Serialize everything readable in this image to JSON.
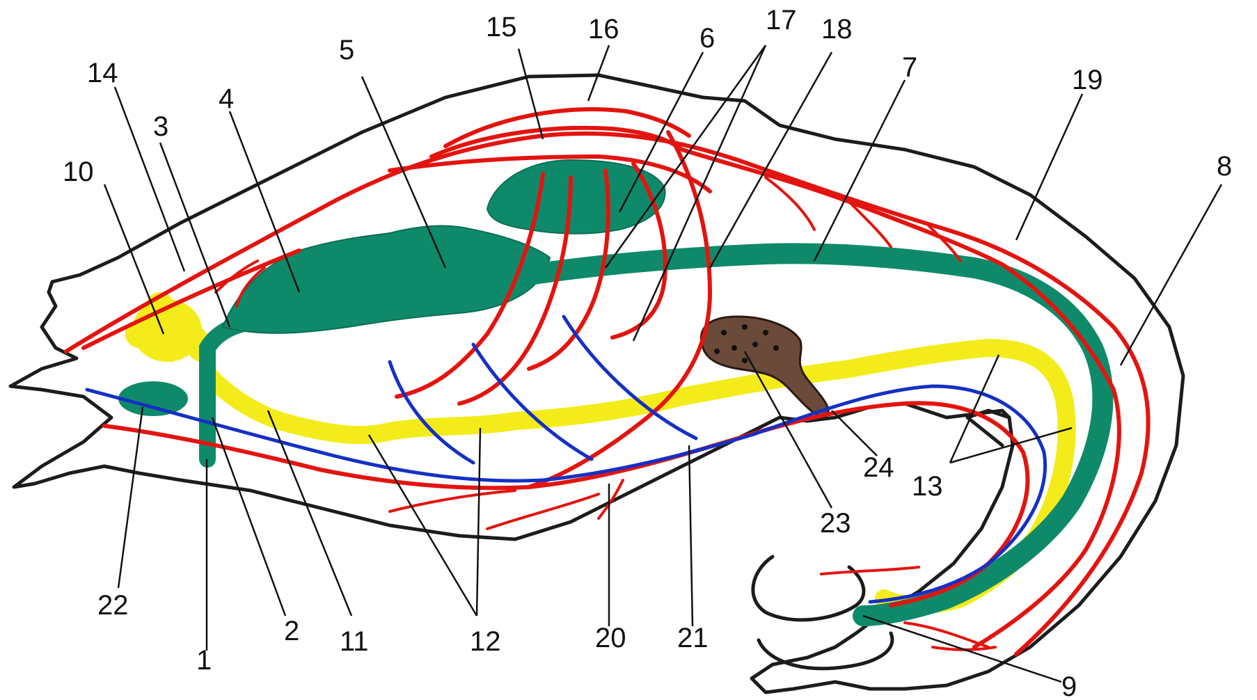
{
  "labels": [
    "1",
    "2",
    "3",
    "4",
    "5",
    "6",
    "7",
    "8",
    "9",
    "10",
    "11",
    "12",
    "13",
    "14",
    "15",
    "16",
    "17",
    "18",
    "19",
    "20",
    "21",
    "22",
    "23",
    "24"
  ],
  "colors": {
    "outline": "#1c1c1c",
    "arteries": "#e3140f",
    "veins": "#1530c4",
    "nerves_green": "#0e8a6a",
    "yellow": "#f3ec1a",
    "organ_brown": "#6b4a3a"
  }
}
